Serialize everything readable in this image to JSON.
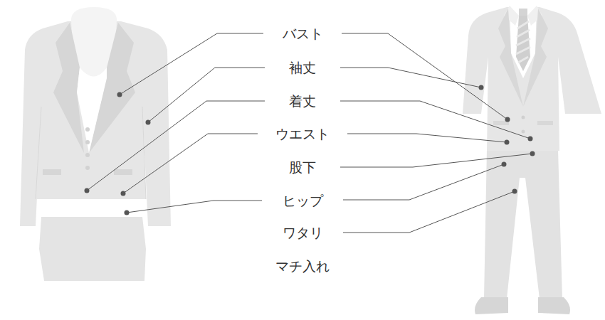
{
  "diagram": {
    "labels": [
      "バスト",
      "袖丈",
      "着丈",
      "ウエスト",
      "股下",
      "ヒップ",
      "ワタリ",
      "マチ入れ"
    ]
  }
}
